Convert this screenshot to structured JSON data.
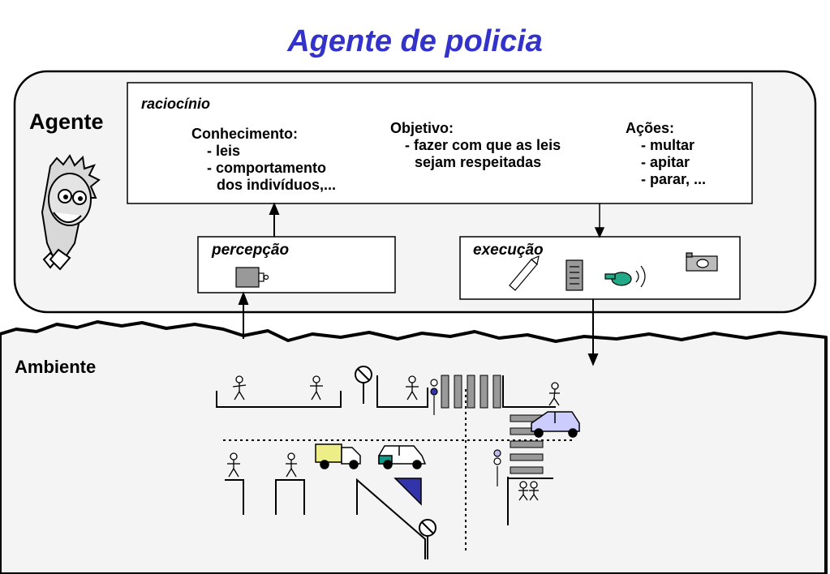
{
  "title": "Agente de policia",
  "agent": {
    "label": "Agente"
  },
  "reasoning": {
    "label": "raciocínio",
    "knowledge": {
      "heading": "Conhecimento:",
      "items": [
        "- leis",
        "- comportamento",
        "dos indivíduos,..."
      ]
    },
    "objective": {
      "heading": "Objetivo:",
      "items": [
        "- fazer com que as leis",
        "sejam respeitadas"
      ]
    },
    "actions": {
      "heading": "Ações:",
      "items": [
        "- multar",
        "- apitar",
        "- parar, ..."
      ]
    }
  },
  "perception": {
    "label": "percepção",
    "icons": [
      "camera-icon"
    ]
  },
  "execution": {
    "label": "execução",
    "icons": [
      "pen-icon",
      "notepad-icon",
      "whistle-icon",
      "camera-icon"
    ]
  },
  "environment": {
    "label": "Ambiente"
  },
  "colors": {
    "title": "#3333cc",
    "environment_bg": "#f4f4f4",
    "agent_bg": "#f4f4f4",
    "truck": "#eeee88",
    "car_green": "#119988",
    "car_blue": "#ccccff",
    "sign_blue": "#3333aa",
    "whistle": "#22aa88"
  }
}
